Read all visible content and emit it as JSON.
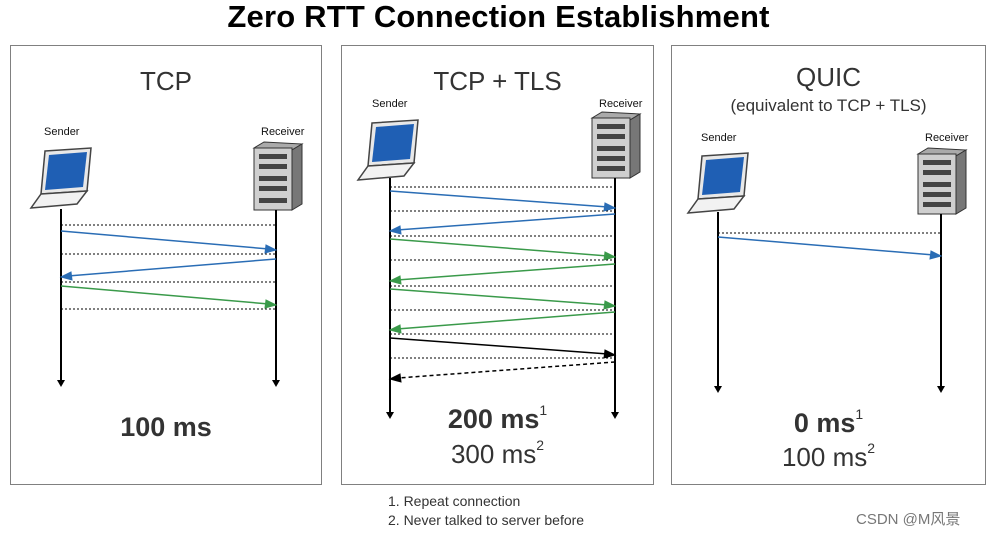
{
  "title": "Zero RTT Connection Establishment",
  "labels": {
    "sender": "Sender",
    "receiver": "Receiver"
  },
  "panels": [
    {
      "title": "TCP",
      "subtitle": "",
      "primary": "100 ms",
      "primary_sup": "",
      "secondary": "",
      "secondary_sup": ""
    },
    {
      "title": "TCP + TLS",
      "subtitle": "",
      "primary": "200 ms",
      "primary_sup": "1",
      "secondary": "300 ms",
      "secondary_sup": "2"
    },
    {
      "title": "QUIC",
      "subtitle": "(equivalent to TCP + TLS)",
      "primary": "0 ms",
      "primary_sup": "1",
      "secondary": "100 ms",
      "secondary_sup": "2"
    }
  ],
  "footnotes": [
    "1. Repeat connection",
    "2. Never talked to server before"
  ],
  "watermark": "CSDN @M风景",
  "colors": {
    "blue_arrow": "#2a6db5",
    "green_arrow": "#3a9a4a",
    "black_arrow": "#000000",
    "screen": "#1f5fb4"
  }
}
